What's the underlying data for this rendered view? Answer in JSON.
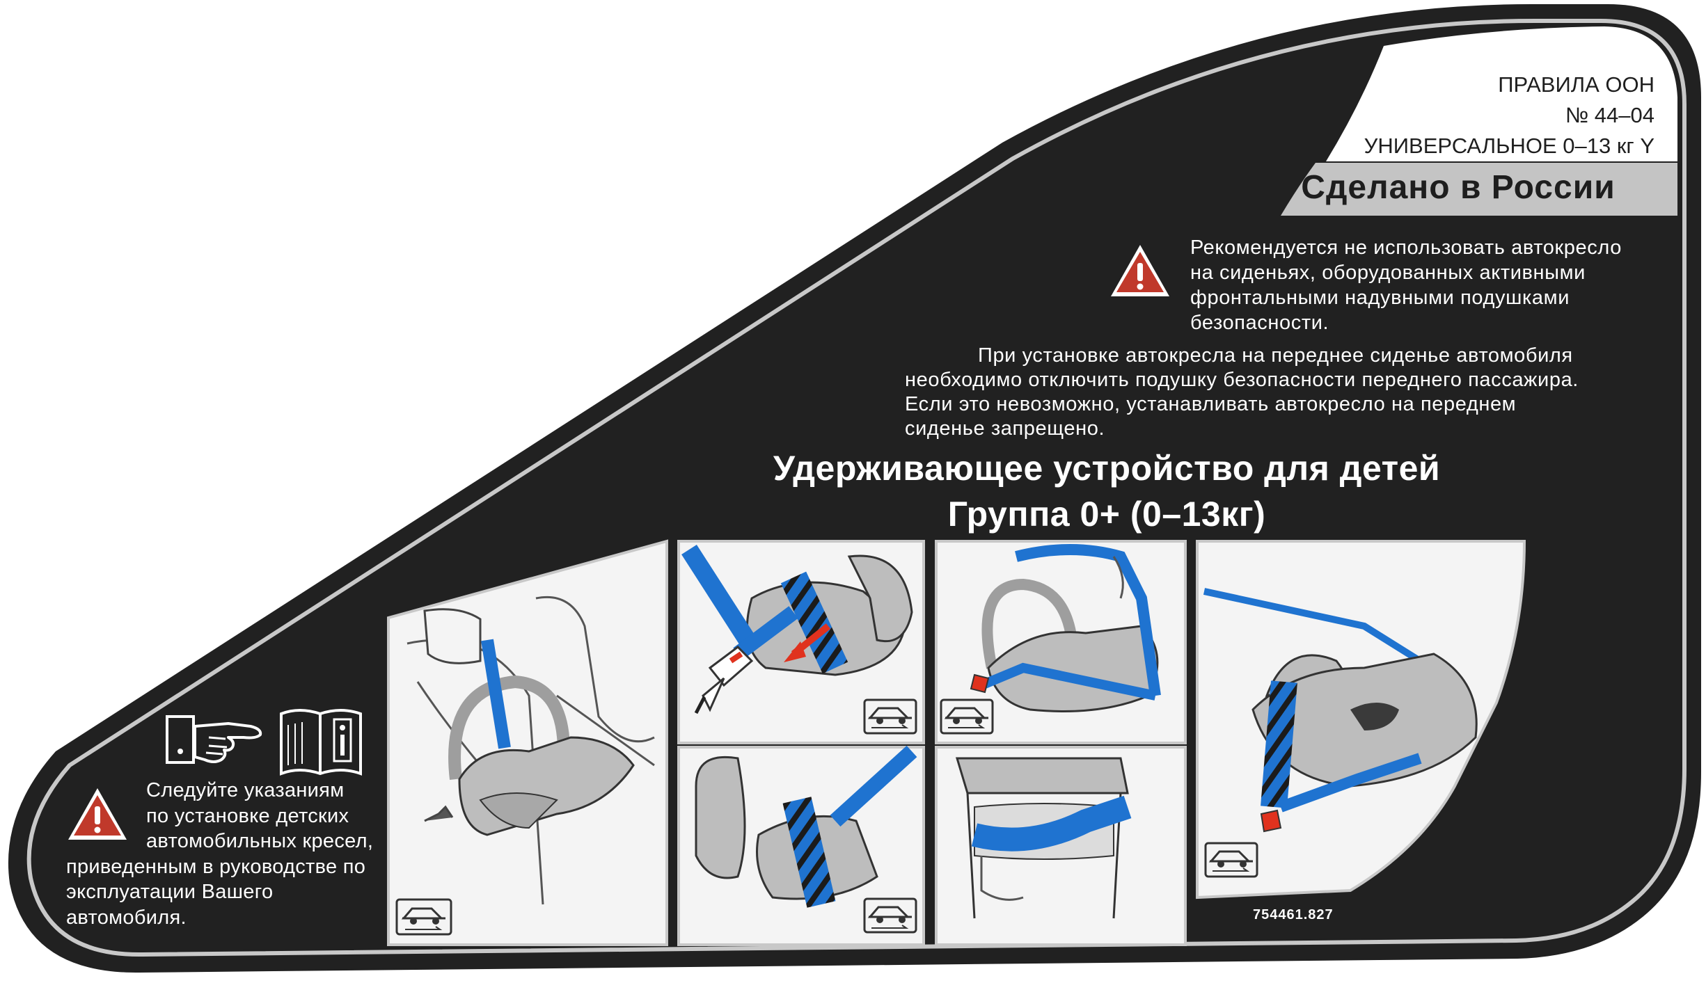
{
  "regulation": {
    "line1": "ПРАВИЛА ООН",
    "line2": "№ 44–04",
    "line3": "УНИВЕРСАЛЬНОЕ 0–13 кг Y"
  },
  "made_in": "Сделано в России",
  "warning_airbag": {
    "icon": "warning-triangle-icon",
    "lines": [
      "Рекомендуется не использовать автокресло",
      "на сиденьях, оборудованных активными",
      "фронтальными надувными подушками",
      "безопасности."
    ]
  },
  "front_seat_note": {
    "lines": [
      "При установке автокресла на переднее сиденье автомобиля",
      "необходимо отключить подушку безопасности переднего пассажира.",
      "Если это невозможно, устанавливать автокресло на переднем",
      "сиденье запрещено."
    ]
  },
  "heading": {
    "line1": "Удерживающее устройство для детей",
    "line2": "Группа 0+ (0–13кг)"
  },
  "instructions_note": {
    "icons": [
      "pointing-hand-icon",
      "info-book-icon",
      "warning-triangle-icon"
    ],
    "lines": [
      "Следуйте указаниям",
      "по установке детских",
      "автомобильных кресел,",
      "приведенным в руководстве по",
      "эксплуатации Вашего",
      "автомобиля."
    ]
  },
  "illustrations": [
    {
      "name": "seat-placed-in-car",
      "icon": "car-direction-icon"
    },
    {
      "name": "belt-buckle-insert",
      "icon": "car-direction-icon"
    },
    {
      "name": "belt-routing-hands",
      "icon": "car-direction-icon"
    },
    {
      "name": "seat-installed-rear-facing",
      "icon": "car-direction-icon"
    },
    {
      "name": "belt-over-seat-closeup",
      "icon": "car-direction-icon"
    },
    {
      "name": "lap-belt-through-guides"
    }
  ],
  "part_number": "754461.827",
  "colors": {
    "background": "#212121",
    "border": "#c8c8c8",
    "panel": "#f4f4f4",
    "seat_gray": "#bdbdbd",
    "belt_blue": "#1f73d0",
    "warning_red": "#c0392b",
    "arrow_red": "#e0321e"
  }
}
